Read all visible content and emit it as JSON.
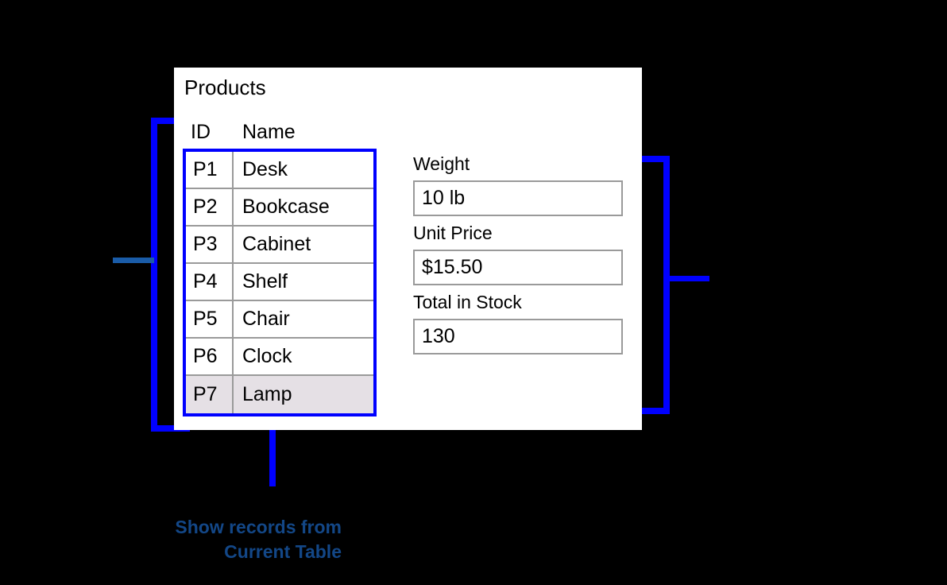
{
  "panel": {
    "title": "Products"
  },
  "table": {
    "columns": [
      "ID",
      "Name"
    ],
    "rows": [
      {
        "id": "P1",
        "name": "Desk",
        "selected": false
      },
      {
        "id": "P2",
        "name": "Bookcase",
        "selected": false
      },
      {
        "id": "P3",
        "name": "Cabinet",
        "selected": false
      },
      {
        "id": "P4",
        "name": "Shelf",
        "selected": false
      },
      {
        "id": "P5",
        "name": "Chair",
        "selected": false
      },
      {
        "id": "P6",
        "name": "Clock",
        "selected": false
      },
      {
        "id": "P7",
        "name": "Lamp",
        "selected": true
      }
    ]
  },
  "fields": [
    {
      "label": "Weight",
      "value": "10 lb"
    },
    {
      "label": "Unit Price",
      "value": "$15.50"
    },
    {
      "label": "Total in Stock",
      "value": "130"
    }
  ],
  "caption": {
    "line1": "Show records from",
    "line2": "Current Table"
  },
  "colors": {
    "callout_blue": "#0000ff",
    "stub_blue": "#1a5ca8",
    "caption_blue": "#134787",
    "selected_row": "#e5e0e5",
    "grid_gray": "#9a9a9a",
    "panel_bg": "#ffffff",
    "page_bg": "#000000"
  }
}
